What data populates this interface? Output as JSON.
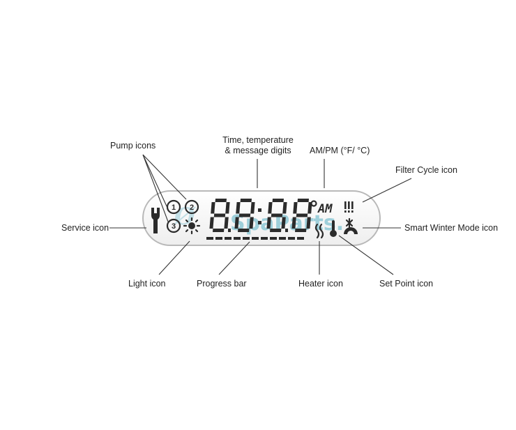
{
  "labels": {
    "pump_icons": "Pump icons",
    "digits_line1": "Time, temperature",
    "digits_line2": "& message digits",
    "am_pm": "AM/PM (°F/ °C)",
    "filter_cycle": "Filter Cycle icon",
    "service": "Service icon",
    "smart_winter": "Smart Winter Mode icon",
    "light": "Light icon",
    "progress_bar": "Progress bar",
    "heater": "Heater icon",
    "set_point": "Set Point icon"
  },
  "display": {
    "digits": "8.8:8.8",
    "degree_symbol": "°",
    "am_text": "AM",
    "pump_numbers": [
      "1",
      "2",
      "3"
    ],
    "watermark": "SpaParts"
  },
  "icons": {
    "service": "wrench-icon",
    "pumps": "pump-icon",
    "light": "sun-icon",
    "heater": "heat-waves-icon",
    "set_point": "thermometer-icon",
    "filter_cycle": "filter-bars-icon",
    "smart_winter": "snowflake-dome-icon"
  },
  "colors": {
    "segment": "#2b2b2b",
    "panel_border": "#b8b8b8",
    "watermark": "#8fc9d6"
  }
}
